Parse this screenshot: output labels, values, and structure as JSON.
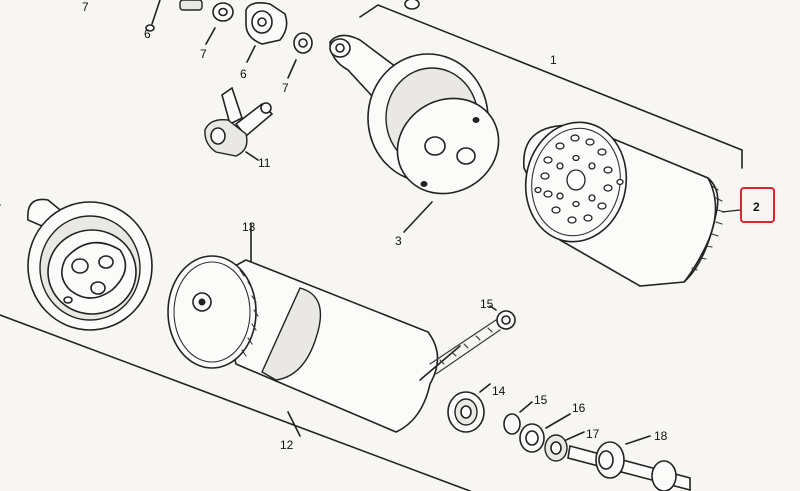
{
  "diagram": {
    "part_numbers": [
      "1",
      "2",
      "3",
      "6",
      "6",
      "7",
      "7",
      "7",
      "11",
      "12",
      "13",
      "14",
      "15",
      "15",
      "16",
      "17",
      "18"
    ],
    "highlight": {
      "label": "2",
      "color": "#d9262e"
    }
  }
}
